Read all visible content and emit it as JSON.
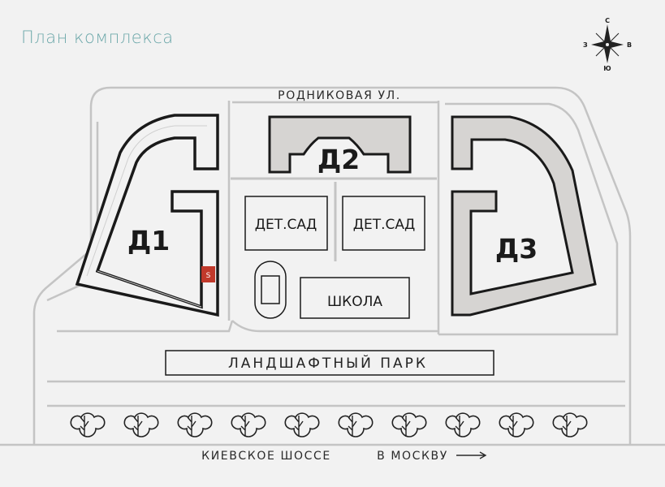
{
  "title": "План комплекса",
  "compass": {
    "north": "С",
    "south": "Ю",
    "east": "В",
    "west": "З"
  },
  "streets": {
    "top": "РОДНИКОВАЯ УЛ.",
    "bottom": "КИЕВСКОЕ ШОССЕ",
    "direction": "В МОСКВУ"
  },
  "buildings": {
    "d1": "Д1",
    "d2": "Д2",
    "d3": "Д3"
  },
  "facilities": {
    "kindergarten_1": "ДЕТ.САД",
    "kindergarten_2": "ДЕТ.САД",
    "school": "ШКОЛА"
  },
  "park": "ЛАНДШАФТНЫЙ ПАРК",
  "marker": "S",
  "tree_count": 10,
  "colors": {
    "background": "#f2f2f2",
    "title": "#6fa9ab",
    "building_fill": "#d6d4d2",
    "marker": "#c0392b",
    "outline": "#1a1a1a",
    "road": "#c4c4c4"
  }
}
